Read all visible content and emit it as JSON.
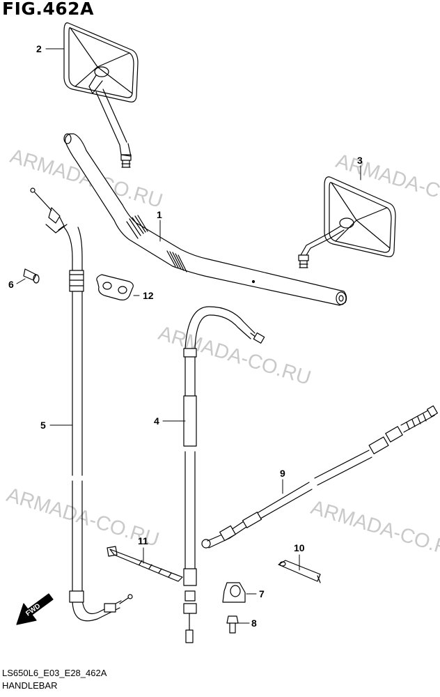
{
  "figure": {
    "title": "FIG.462A",
    "code": "LS650L6_E03_E28_462A",
    "name": "HANDLEBAR"
  },
  "watermark": {
    "text": "ARMADA-CO.RU",
    "color": "#c9c9c9"
  },
  "callouts": [
    "1",
    "2",
    "3",
    "4",
    "5",
    "6",
    "7",
    "8",
    "9",
    "10",
    "11",
    "12"
  ],
  "direction_label": "FWD"
}
